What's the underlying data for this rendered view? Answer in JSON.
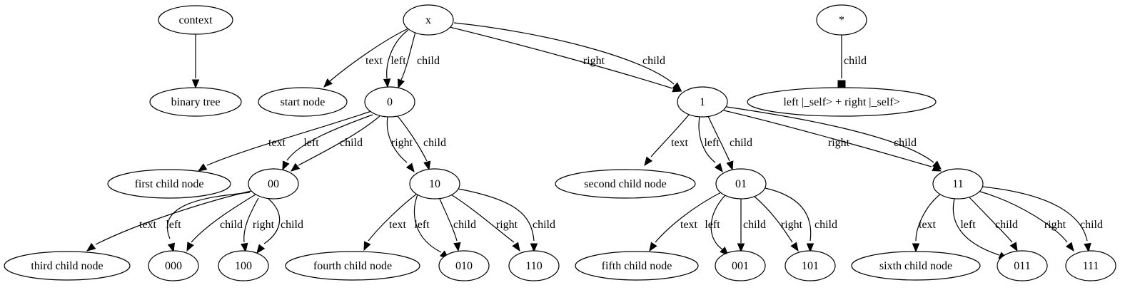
{
  "nodes": [
    {
      "id": "context",
      "label": "context"
    },
    {
      "id": "binary_tree",
      "label": "binary tree"
    },
    {
      "id": "x",
      "label": "x"
    },
    {
      "id": "start_node",
      "label": "start node"
    },
    {
      "id": "n0",
      "label": "0"
    },
    {
      "id": "n1",
      "label": "1"
    },
    {
      "id": "star",
      "label": "*"
    },
    {
      "id": "formula",
      "label": "left |_self> + right |_self>"
    },
    {
      "id": "first_child",
      "label": "first child node"
    },
    {
      "id": "n00",
      "label": "00"
    },
    {
      "id": "n10",
      "label": "10"
    },
    {
      "id": "second_child",
      "label": "second child node"
    },
    {
      "id": "n01",
      "label": "01"
    },
    {
      "id": "n11",
      "label": "11"
    },
    {
      "id": "third_child",
      "label": "third child node"
    },
    {
      "id": "n000",
      "label": "000"
    },
    {
      "id": "n100",
      "label": "100"
    },
    {
      "id": "fourth_child",
      "label": "fourth child node"
    },
    {
      "id": "n010",
      "label": "010"
    },
    {
      "id": "n110",
      "label": "110"
    },
    {
      "id": "fifth_child",
      "label": "fifth child node"
    },
    {
      "id": "n001",
      "label": "001"
    },
    {
      "id": "n101",
      "label": "101"
    },
    {
      "id": "sixth_child",
      "label": "sixth child node"
    },
    {
      "id": "n011",
      "label": "011"
    },
    {
      "id": "n111",
      "label": "111"
    }
  ],
  "edges": [
    {
      "from": "context",
      "to": "binary_tree",
      "label": "",
      "head": "arrow"
    },
    {
      "from": "x",
      "to": "start_node",
      "label": "text",
      "head": "arrow"
    },
    {
      "from": "x",
      "to": "n0",
      "label": "left",
      "head": "arrow"
    },
    {
      "from": "x",
      "to": "n0",
      "label": "child",
      "head": "arrow"
    },
    {
      "from": "x",
      "to": "n1",
      "label": "right",
      "head": "arrow"
    },
    {
      "from": "x",
      "to": "n1",
      "label": "child",
      "head": "arrow"
    },
    {
      "from": "star",
      "to": "formula",
      "label": "child",
      "head": "box"
    },
    {
      "from": "n0",
      "to": "first_child",
      "label": "text",
      "head": "arrow"
    },
    {
      "from": "n0",
      "to": "n00",
      "label": "left",
      "head": "arrow"
    },
    {
      "from": "n0",
      "to": "n00",
      "label": "child",
      "head": "arrow"
    },
    {
      "from": "n0",
      "to": "n10",
      "label": "right",
      "head": "arrow"
    },
    {
      "from": "n0",
      "to": "n10",
      "label": "child",
      "head": "arrow"
    },
    {
      "from": "n1",
      "to": "second_child",
      "label": "text",
      "head": "arrow"
    },
    {
      "from": "n1",
      "to": "n01",
      "label": "left",
      "head": "arrow"
    },
    {
      "from": "n1",
      "to": "n01",
      "label": "child",
      "head": "arrow"
    },
    {
      "from": "n1",
      "to": "n11",
      "label": "right",
      "head": "arrow"
    },
    {
      "from": "n1",
      "to": "n11",
      "label": "child",
      "head": "arrow"
    },
    {
      "from": "n00",
      "to": "third_child",
      "label": "text",
      "head": "arrow"
    },
    {
      "from": "n00",
      "to": "n000",
      "label": "left",
      "head": "arrow"
    },
    {
      "from": "n00",
      "to": "n000",
      "label": "child",
      "head": "arrow"
    },
    {
      "from": "n00",
      "to": "n100",
      "label": "right",
      "head": "arrow"
    },
    {
      "from": "n00",
      "to": "n100",
      "label": "child",
      "head": "arrow"
    },
    {
      "from": "n10",
      "to": "fourth_child",
      "label": "text",
      "head": "arrow"
    },
    {
      "from": "n10",
      "to": "n010",
      "label": "left",
      "head": "arrow"
    },
    {
      "from": "n10",
      "to": "n010",
      "label": "child",
      "head": "arrow"
    },
    {
      "from": "n10",
      "to": "n110",
      "label": "right",
      "head": "arrow"
    },
    {
      "from": "n10",
      "to": "n110",
      "label": "child",
      "head": "arrow"
    },
    {
      "from": "n01",
      "to": "fifth_child",
      "label": "text",
      "head": "arrow"
    },
    {
      "from": "n01",
      "to": "n001",
      "label": "left",
      "head": "arrow"
    },
    {
      "from": "n01",
      "to": "n001",
      "label": "child",
      "head": "arrow"
    },
    {
      "from": "n01",
      "to": "n101",
      "label": "right",
      "head": "arrow"
    },
    {
      "from": "n01",
      "to": "n101",
      "label": "child",
      "head": "arrow"
    },
    {
      "from": "n11",
      "to": "sixth_child",
      "label": "text",
      "head": "arrow"
    },
    {
      "from": "n11",
      "to": "n011",
      "label": "left",
      "head": "arrow"
    },
    {
      "from": "n11",
      "to": "n011",
      "label": "child",
      "head": "arrow"
    },
    {
      "from": "n11",
      "to": "n111",
      "label": "right",
      "head": "arrow"
    },
    {
      "from": "n11",
      "to": "n111",
      "label": "child",
      "head": "arrow"
    }
  ]
}
